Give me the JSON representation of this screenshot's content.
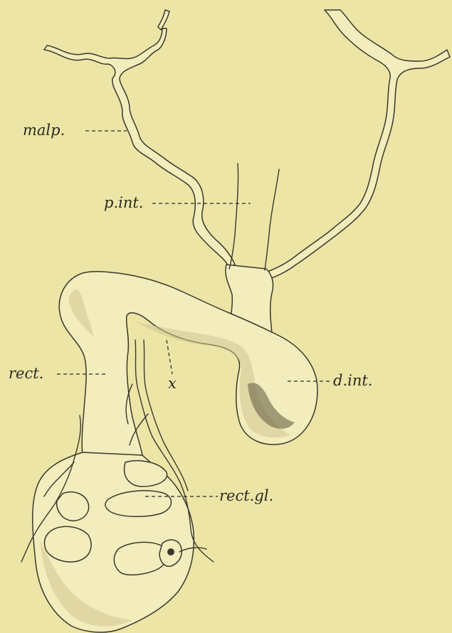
{
  "figure": {
    "labels": {
      "malp": "malp.",
      "p_int": "p.int.",
      "rect": "rect.",
      "x": "x",
      "d_int": "d.int.",
      "rect_gl": "rect.gl."
    }
  }
}
